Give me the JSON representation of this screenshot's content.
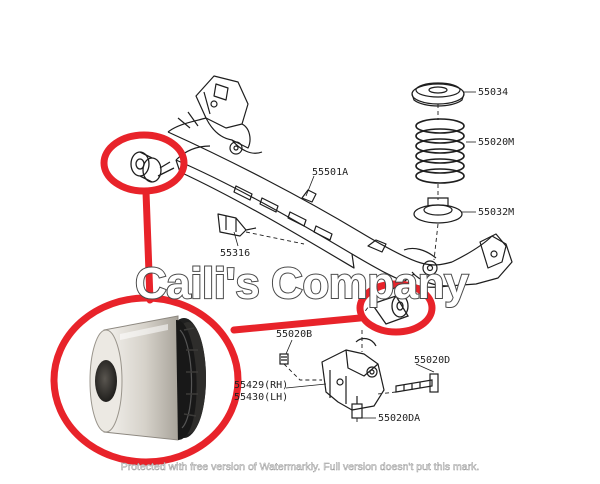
{
  "part_labels": {
    "p55034": "55034",
    "p55020m": "55020M",
    "p55032m": "55032M",
    "p55501a": "55501A",
    "p55316": "55316",
    "p55020b": "55020B",
    "p55020d": "55020D",
    "p55429": "55429(RH)",
    "p55430": "55430(LH)",
    "p55020da": "55020DA"
  },
  "watermark": {
    "company": "Caili's Company",
    "footer": "Protected with free version of Watermarkly. Full version doesn't put this mark."
  },
  "colors": {
    "highlight": "#e8232a",
    "line": "#1e1e1e",
    "bushing_metal": "#d8d4cc",
    "bushing_rubber": "#222222"
  }
}
